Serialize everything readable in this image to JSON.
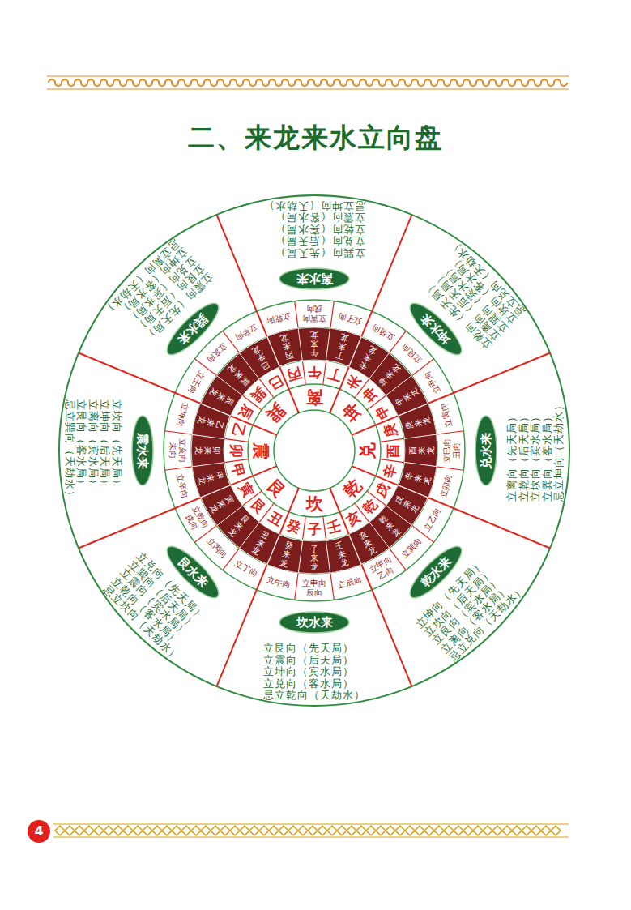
{
  "diagram": {
    "title": "二、来龙来水立向盘",
    "nodes": [
      {
        "text": [
          "坎水来"
        ]
      },
      {
        "text": [
          "艮水来"
        ]
      },
      {
        "text": [
          "震水来"
        ]
      },
      {
        "text": [
          "巽水来"
        ]
      },
      {
        "text": [
          "离水来"
        ]
      },
      {
        "text": [
          "坤水来"
        ]
      },
      {
        "text": [
          "兑水来"
        ]
      },
      {
        "text": [
          "乾水来"
        ]
      },
      {
        "text": [
          "子来龙"
        ]
      },
      {
        "text": [
          "癸来龙"
        ]
      },
      {
        "text": [
          "丑来龙"
        ]
      },
      {
        "text": [
          "艮来龙"
        ]
      },
      {
        "text": [
          "寅来龙"
        ]
      },
      {
        "text": [
          "甲来龙"
        ]
      },
      {
        "text": [
          "卯来龙"
        ]
      },
      {
        "text": [
          "乙来龙"
        ]
      },
      {
        "text": [
          "辰来龙"
        ]
      },
      {
        "text": [
          "巽来龙"
        ]
      },
      {
        "text": [
          "巳来龙"
        ]
      },
      {
        "text": [
          "丙来龙"
        ]
      },
      {
        "text": [
          "午来龙"
        ]
      },
      {
        "text": [
          "丁来龙"
        ]
      },
      {
        "text": [
          "未来龙"
        ]
      },
      {
        "text": [
          "坤来龙"
        ]
      },
      {
        "text": [
          "申来龙"
        ]
      },
      {
        "text": [
          "庚来龙"
        ]
      },
      {
        "text": [
          "酉来龙"
        ]
      },
      {
        "text": [
          "辛来龙"
        ]
      },
      {
        "text": [
          "戌来龙"
        ]
      },
      {
        "text": [
          "乾来龙"
        ]
      },
      {
        "text": [
          "亥来龙"
        ]
      },
      {
        "text": [
          "壬来龙"
        ]
      },
      {
        "text": [
          "4"
        ]
      }
    ],
    "labels": [
      "坎",
      "艮",
      "震",
      "巽",
      "离",
      "坤",
      "兑",
      "乾",
      "子",
      "癸",
      "丑",
      "艮",
      "寅",
      "甲",
      "卯",
      "乙",
      "辰",
      "巽",
      "巳",
      "丙",
      "午",
      "丁",
      "未",
      "坤",
      "申",
      "庚",
      "酉",
      "辛",
      "戌",
      "乾",
      "亥",
      "壬",
      "立申向 辰向",
      "立午向",
      "立丁向",
      "立丙向",
      "立乾向 戌向",
      "立辛向",
      "立亥向 未向",
      "立坤向",
      "立壬向",
      "立亥向",
      "立辛向",
      "立乾向",
      "立寅向 戌向",
      "立子向",
      "立癸向",
      "立艮向",
      "立甲向",
      "立寅向",
      "立巳向 丑向",
      "立卯向",
      "立乙向",
      "立巽向",
      "立甲向 乙向",
      "立辰向",
      "立艮向（先天局）",
      "立震向（后天局）",
      "立坤向（宾水局）",
      "立兑向（客水局）",
      "忌立乾向（天劫水）",
      "立兑向（先天局）",
      "立巽向（后天局）",
      "立震向（宾水局）",
      "立乾向（客水局）",
      "忌立坎向（天劫水）",
      "立坎向（先天局）",
      "立坤向（后天局）",
      "立离向（宾水局）",
      "立艮向（客水局）",
      "忌立巽向（天劫水）",
      "立震向（先天局）",
      "立艮向（后天局）",
      "立兑向（宾水局）",
      "立坤向（客水局）",
      "忌立离向（天劫水）",
      "立巽向（先天局）",
      "立兑向（后天局）",
      "立乾向（宾水局）",
      "立震向（客水局）",
      "忌立坤向（天劫水）",
      "立乾向（先天局）",
      "立离向（后天局）",
      "立巽向（宾水局）",
      "立坎向（客水局）",
      "忌立兑向（天劫水）",
      "立离向（先天局）",
      "立乾向（后天局）",
      "立坎向（宾水局）",
      "立巽向（客水局）",
      "忌立坤向（天劫水）",
      "立坤向（先天局）",
      "立坎向（后天局）",
      "立艮向（宾水局）",
      "立离向（客水局）",
      "忌立兑向（天劫水）"
    ]
  }
}
